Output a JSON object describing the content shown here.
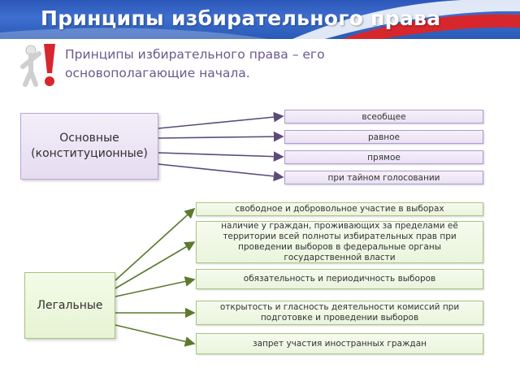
{
  "header": {
    "title": "Принципы избирательного права",
    "colors": {
      "blue": "#2b57b8",
      "red": "#d8262d"
    }
  },
  "figure_icon": "person-with-exclamation-icon",
  "subtitle": "Принципы избирательного права – его основополагающие начала.",
  "main_group": {
    "label": "Основные (конституционные)",
    "items": [
      "всеобщее",
      "равное",
      "прямое",
      "при тайном голосовании"
    ]
  },
  "legal_group": {
    "label": "Легальные",
    "items": [
      "свободное и добровольное участие в выборах",
      "наличие у граждан, проживающих за пределами её территории всей полноты избирательных прав при проведении выборов в федеральные органы государственной власти",
      "обязательность и периодичность выборов",
      "открытость и гласность деятельности комиссий при подготовке и проведении выборов",
      "запрет участия иностранных граждан"
    ]
  }
}
